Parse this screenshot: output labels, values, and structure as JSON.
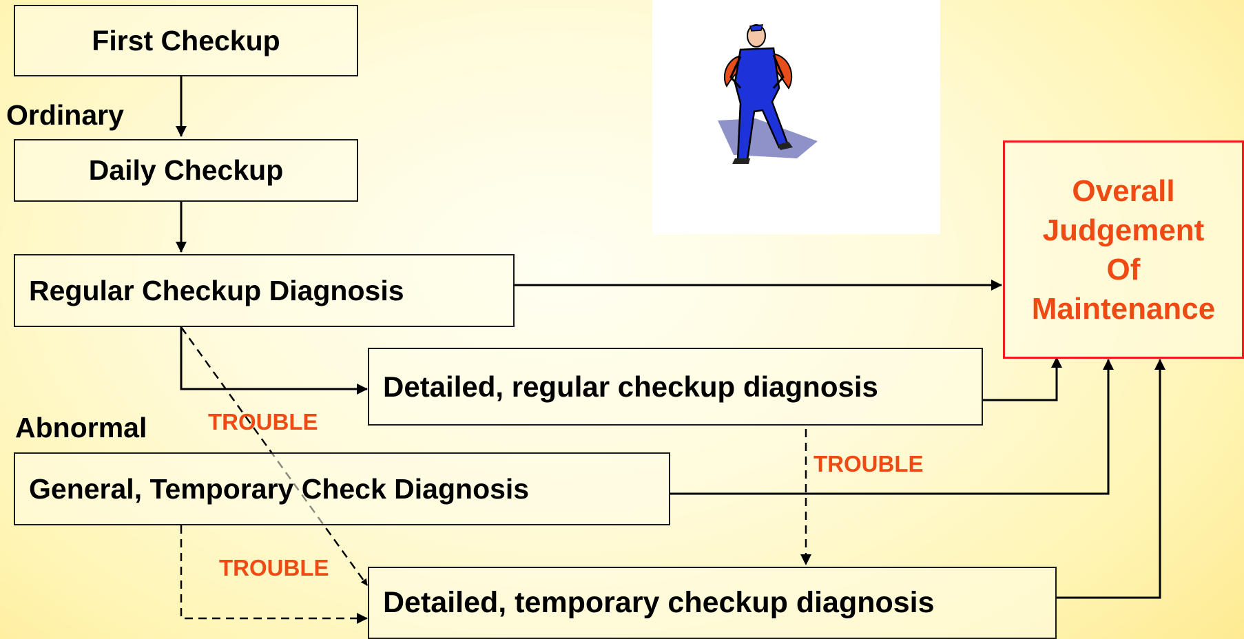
{
  "boxes": {
    "first_checkup": "First Checkup",
    "daily_checkup": "Daily Checkup",
    "regular_diagnosis": "Regular Checkup Diagnosis",
    "detailed_regular": "Detailed, regular checkup diagnosis",
    "general_temporary": "General, Temporary Check Diagnosis",
    "detailed_temporary": "Detailed, temporary checkup diagnosis",
    "overall_judgement": [
      "Overall",
      "Judgement",
      "Of",
      "Maintenance"
    ]
  },
  "labels": {
    "ordinary": "Ordinary",
    "abnormal": "Abnormal",
    "trouble_diagonal": "TROUBLE",
    "trouble_right": "TROUBLE",
    "trouble_bottom": "TROUBLE"
  },
  "colors": {
    "accent": "#f04a14",
    "final_border": "#ee1c1c",
    "line": "#000000"
  },
  "illustration": "standing-worker-clipart"
}
